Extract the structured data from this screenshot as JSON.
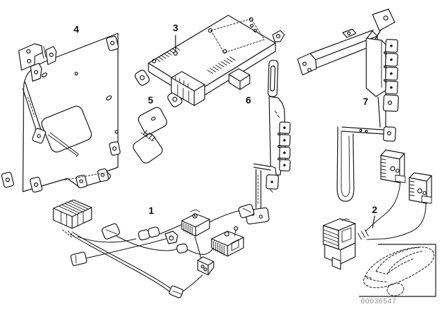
{
  "diagram": {
    "callouts": {
      "part1": "1",
      "part2": "2",
      "part3": "3",
      "part4": "4",
      "part5": "5",
      "part6": "6",
      "part7": "7"
    },
    "footer_id": "00036547"
  },
  "colors": {
    "ink": "#161616",
    "id_text": "#8d8d8d",
    "background": "#ffffff"
  }
}
